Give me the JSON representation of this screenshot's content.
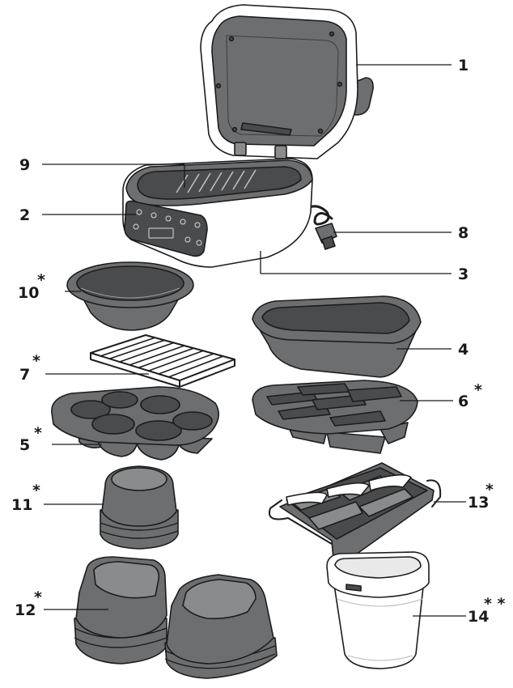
{
  "callouts": [
    {
      "id": "1",
      "label": "1",
      "star": ""
    },
    {
      "id": "2",
      "label": "2",
      "star": ""
    },
    {
      "id": "3",
      "label": "3",
      "star": ""
    },
    {
      "id": "4",
      "label": "4",
      "star": ""
    },
    {
      "id": "5",
      "label": "5",
      "star": "*"
    },
    {
      "id": "6",
      "label": "6",
      "star": "*"
    },
    {
      "id": "7",
      "label": "7",
      "star": "*"
    },
    {
      "id": "8",
      "label": "8",
      "star": ""
    },
    {
      "id": "9",
      "label": "9",
      "star": ""
    },
    {
      "id": "10",
      "label": "10",
      "star": "*"
    },
    {
      "id": "11",
      "label": "11",
      "star": "*"
    },
    {
      "id": "12",
      "label": "12",
      "star": "*"
    },
    {
      "id": "13",
      "label": "13",
      "star": "*"
    },
    {
      "id": "14",
      "label": "14",
      "star": "* *"
    }
  ],
  "colors": {
    "accessory_grey": "#6d6e70",
    "body_white": "#ffffff",
    "outline": "#1c1c1c"
  }
}
